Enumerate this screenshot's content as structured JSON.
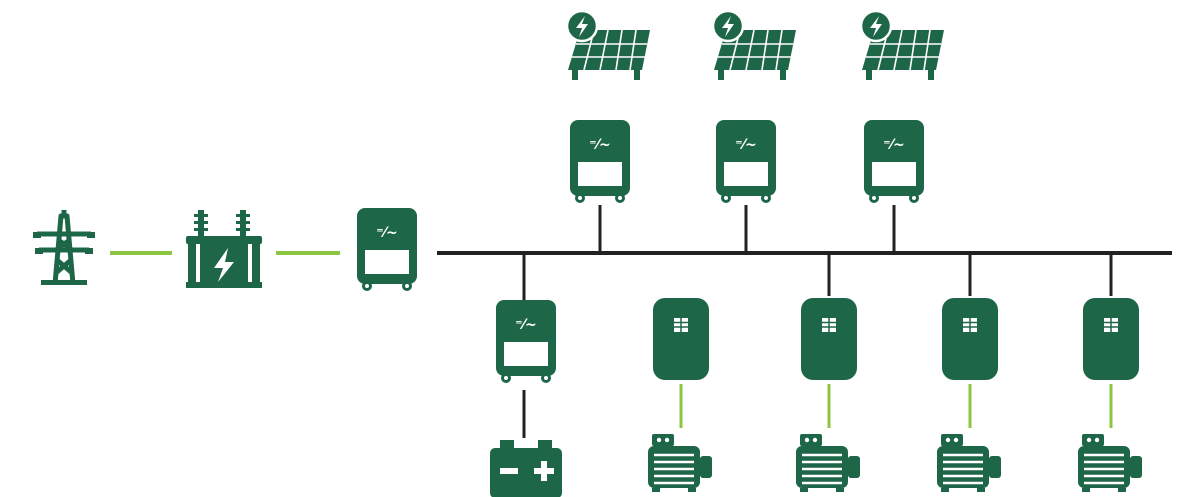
{
  "colors": {
    "icon": "#1e6648",
    "icon_light": "#ffffff",
    "bus_line": "#222222",
    "link_line": "#8cc63f"
  },
  "diagram": {
    "nodes": [
      {
        "id": "grid-tower",
        "icon": "transmission-tower-icon"
      },
      {
        "id": "transformer",
        "icon": "transformer-icon"
      },
      {
        "id": "grid-converter",
        "icon": "dc-ac-converter-icon"
      },
      {
        "id": "pv-panel-1",
        "icon": "solar-panel-icon"
      },
      {
        "id": "pv-panel-2",
        "icon": "solar-panel-icon"
      },
      {
        "id": "pv-panel-3",
        "icon": "solar-panel-icon"
      },
      {
        "id": "pv-converter-1",
        "icon": "dc-ac-converter-icon"
      },
      {
        "id": "pv-converter-2",
        "icon": "dc-ac-converter-icon"
      },
      {
        "id": "pv-converter-3",
        "icon": "dc-ac-converter-icon"
      },
      {
        "id": "battery-converter",
        "icon": "dc-ac-converter-icon"
      },
      {
        "id": "battery",
        "icon": "battery-icon"
      },
      {
        "id": "drive-1",
        "icon": "drive-icon"
      },
      {
        "id": "drive-2",
        "icon": "drive-icon"
      },
      {
        "id": "drive-3",
        "icon": "drive-icon"
      },
      {
        "id": "drive-4",
        "icon": "drive-icon"
      },
      {
        "id": "motor-1",
        "icon": "motor-icon"
      },
      {
        "id": "motor-2",
        "icon": "motor-icon"
      },
      {
        "id": "motor-3",
        "icon": "motor-icon"
      },
      {
        "id": "motor-4",
        "icon": "motor-icon"
      }
    ],
    "links": [
      {
        "from": "grid-tower",
        "to": "transformer",
        "style": "ac-link"
      },
      {
        "from": "transformer",
        "to": "grid-converter",
        "style": "ac-link"
      },
      {
        "from": "grid-converter",
        "to": "dc-bus",
        "style": "dc-link"
      },
      {
        "from": "pv-converter-1",
        "to": "dc-bus",
        "style": "dc-link"
      },
      {
        "from": "pv-converter-2",
        "to": "dc-bus",
        "style": "dc-link"
      },
      {
        "from": "pv-converter-3",
        "to": "dc-bus",
        "style": "dc-link"
      },
      {
        "from": "battery-converter",
        "to": "dc-bus",
        "style": "dc-link"
      },
      {
        "from": "battery-converter",
        "to": "battery",
        "style": "dc-link"
      },
      {
        "from": "drive-1",
        "to": "motor-1",
        "style": "ac-link"
      },
      {
        "from": "drive-2",
        "to": "dc-bus",
        "style": "dc-link"
      },
      {
        "from": "drive-2",
        "to": "motor-2",
        "style": "ac-link"
      },
      {
        "from": "drive-3",
        "to": "dc-bus",
        "style": "dc-link"
      },
      {
        "from": "drive-3",
        "to": "motor-3",
        "style": "ac-link"
      },
      {
        "from": "drive-4",
        "to": "dc-bus",
        "style": "dc-link"
      },
      {
        "from": "drive-4",
        "to": "motor-4",
        "style": "ac-link"
      }
    ]
  }
}
